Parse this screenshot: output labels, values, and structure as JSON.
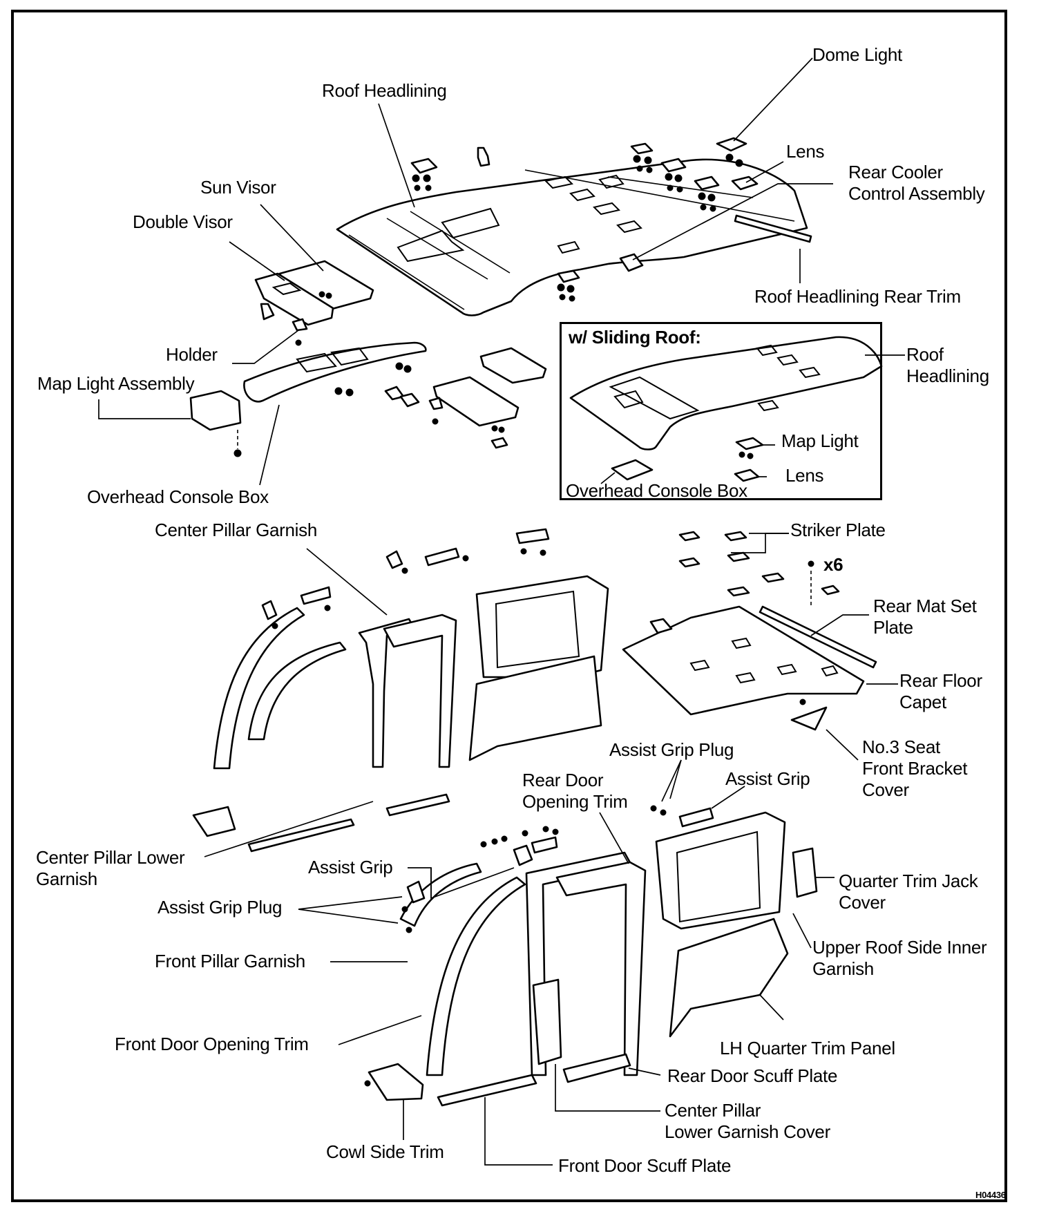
{
  "figure_code": "H04436",
  "inset": {
    "title": "w/ Sliding Roof:",
    "labels": {
      "roof_headlining": [
        "Roof",
        "Headlining"
      ],
      "map_light": "Map Light",
      "lens": "Lens",
      "overhead_console_box": "Overhead Console Box"
    }
  },
  "labels": {
    "dome_light": "Dome Light",
    "roof_headlining": "Roof Headlining",
    "lens": "Lens",
    "rear_cooler_control_assembly": [
      "Rear Cooler",
      "Control Assembly"
    ],
    "sun_visor": "Sun Visor",
    "double_visor": "Double Visor",
    "roof_headlining_rear_trim": "Roof Headlining Rear Trim",
    "holder": "Holder",
    "map_light_assembly": "Map Light Assembly",
    "overhead_console_box": "Overhead Console Box",
    "center_pillar_garnish": "Center Pillar Garnish",
    "striker_plate": "Striker Plate",
    "clip_qty": "x6",
    "rear_mat_set_plate": [
      "Rear Mat Set",
      "Plate"
    ],
    "rear_floor_capet": [
      "Rear Floor",
      "Capet"
    ],
    "no3_seat_front_bracket_cover": [
      "No.3 Seat",
      "Front Bracket",
      "Cover"
    ],
    "assist_grip_plug_upper": "Assist Grip Plug",
    "rear_door_opening_trim": [
      "Rear Door",
      "Opening Trim"
    ],
    "assist_grip_upper": "Assist Grip",
    "center_pillar_lower_garnish": [
      "Center Pillar Lower",
      "Garnish"
    ],
    "assist_grip_lower": "Assist Grip",
    "quarter_trim_jack_cover": [
      "Quarter Trim Jack",
      "Cover"
    ],
    "assist_grip_plug_lower": "Assist Grip Plug",
    "front_pillar_garnish": "Front Pillar Garnish",
    "upper_roof_side_inner_garnish": [
      "Upper Roof Side Inner",
      "Garnish"
    ],
    "lh_quarter_trim_panel": "LH Quarter Trim Panel",
    "front_door_opening_trim": "Front Door Opening Trim",
    "rear_door_scuff_plate": "Rear Door Scuff Plate",
    "center_pillar_lower_garnish_cover": [
      "Center Pillar",
      "Lower Garnish Cover"
    ],
    "cowl_side_trim": "Cowl Side Trim",
    "front_door_scuff_plate": "Front Door Scuff Plate"
  }
}
